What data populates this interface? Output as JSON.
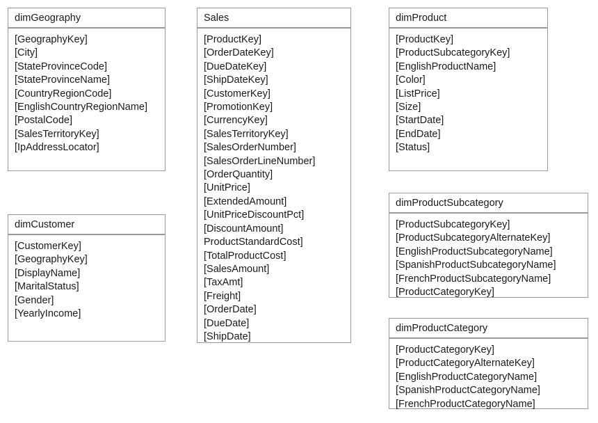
{
  "diagram": {
    "type": "database-schema",
    "entities": [
      {
        "id": "dimgeography",
        "name": "dimGeography",
        "fields": [
          "[GeographyKey]",
          "[City]",
          "[StateProvinceCode]",
          "[StateProvinceName]",
          "[CountryRegionCode]",
          "[EnglishCountryRegionName]",
          "[PostalCode]",
          "[SalesTerritoryKey]",
          "[IpAddressLocator]"
        ]
      },
      {
        "id": "dimcustomer",
        "name": "dimCustomer",
        "fields": [
          "[CustomerKey]",
          "[GeographyKey]",
          "[DisplayName]",
          "[MaritalStatus]",
          "[Gender]",
          "[YearlyIncome]"
        ]
      },
      {
        "id": "sales",
        "name": "Sales",
        "fields": [
          "[ProductKey]",
          "[OrderDateKey]",
          "[DueDateKey]",
          "[ShipDateKey]",
          "[CustomerKey]",
          "[PromotionKey]",
          "[CurrencyKey]",
          "[SalesTerritoryKey]",
          "[SalesOrderNumber]",
          "[SalesOrderLineNumber]",
          "[OrderQuantity]",
          "[UnitPrice]",
          "[ExtendedAmount]",
          "[UnitPriceDiscountPct]",
          "[DiscountAmount]",
          "ProductStandardCost]",
          "[TotalProductCost]",
          "[SalesAmount]",
          "[TaxAmt]",
          "[Freight]",
          "[OrderDate]",
          "[DueDate]",
          "[ShipDate]"
        ]
      },
      {
        "id": "dimproduct",
        "name": "dimProduct",
        "fields": [
          "[ProductKey]",
          "[ProductSubcategoryKey]",
          "[EnglishProductName]",
          "[Color]",
          "[ListPrice]",
          "[Size]",
          "[StartDate]",
          "[EndDate]",
          "[Status]"
        ]
      },
      {
        "id": "dimproductsubcat",
        "name": "dimProductSubcategory",
        "fields": [
          "[ProductSubcategoryKey]",
          "[ProductSubcategoryAlternateKey]",
          "[EnglishProductSubcategoryName]",
          "[SpanishProductSubcategoryName]",
          "[FrenchProductSubcategoryName]",
          "[ProductCategoryKey]"
        ]
      },
      {
        "id": "dimproductcategory",
        "name": "dimProductCategory",
        "fields": [
          "[ProductCategoryKey]",
          "[ProductCategoryAlternateKey]",
          "[EnglishProductCategoryName]",
          "[SpanishProductCategoryName]",
          "[FrenchProductCategoryName]"
        ]
      }
    ],
    "colors": {
      "border": "#9a9a9a",
      "text": "#1a1a1a",
      "background": "#ffffff"
    }
  }
}
